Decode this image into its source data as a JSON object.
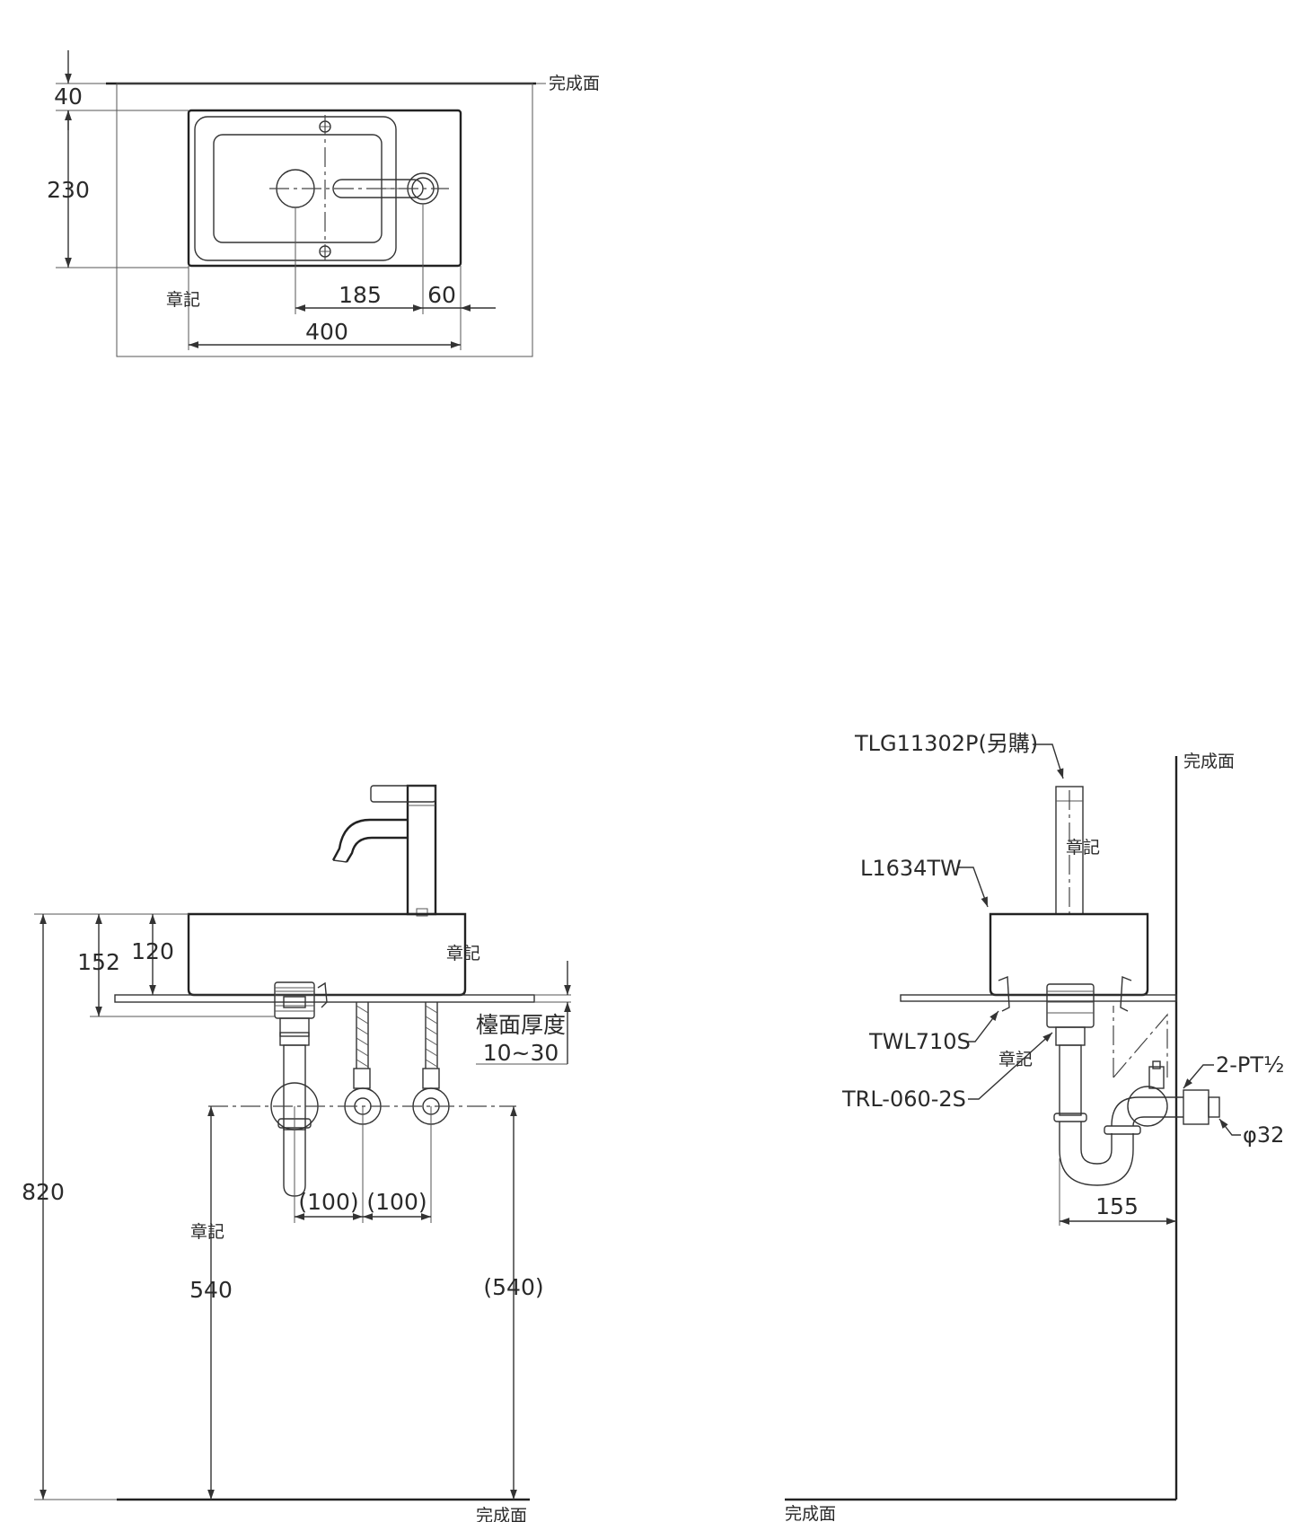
{
  "labels": {
    "finish_surface": "完成面",
    "stamp": "章記",
    "counter_thickness": "檯面厚度",
    "counter_thickness_range": "10~30"
  },
  "top_view": {
    "dim_40": "40",
    "dim_230": "230",
    "dim_185": "185",
    "dim_60": "60",
    "dim_400": "400"
  },
  "front_view": {
    "dim_152": "152",
    "dim_120": "120",
    "dim_820": "820",
    "dim_100_left": "(100)",
    "dim_100_right": "(100)",
    "dim_540": "540",
    "dim_540_paren": "(540)"
  },
  "side_view": {
    "faucet_model": "TLG11302P(另購)",
    "basin_model": "L1634TW",
    "drain_model": "TWL710S",
    "trap_model": "TRL-060-2S",
    "pipe_thread": "2-PT½",
    "pipe_diameter": "φ32",
    "dim_155": "155"
  }
}
